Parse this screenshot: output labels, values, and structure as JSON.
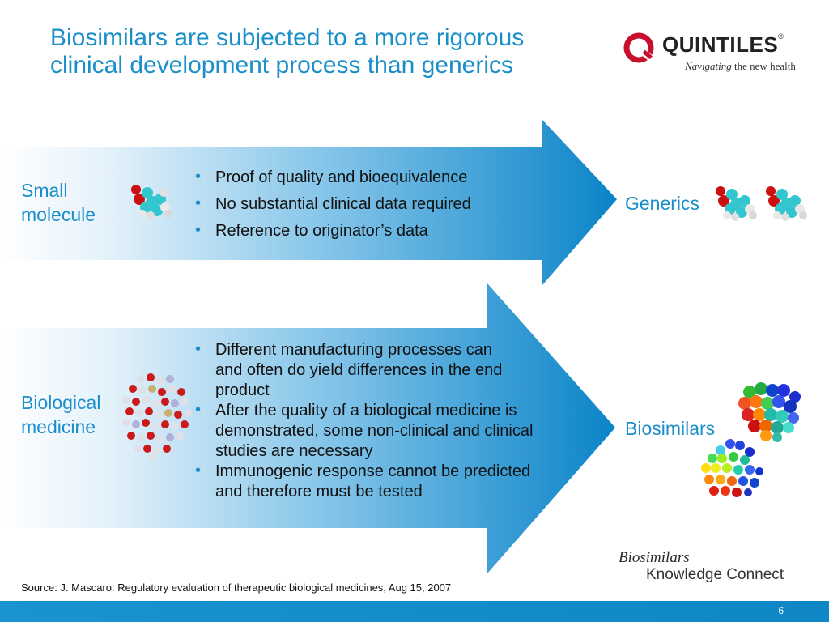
{
  "title": "Biosimilars are subjected to a more rigorous clinical development process than generics",
  "logo": {
    "brand": "QUINTILES",
    "registered": "®",
    "tagline_italic": "Navigating",
    "tagline_rest": " the new health"
  },
  "rows": [
    {
      "label_line1": "Small",
      "label_line2": "molecule",
      "bullets": [
        "Proof of quality and bioequivalence",
        "No substantial clinical data required",
        "Reference to originator’s data"
      ],
      "result": "Generics"
    },
    {
      "label_line1": "Biological",
      "label_line2": "medicine",
      "bullets": [
        "Different manufacturing processes can and often do yield  differences in the end product",
        "After the quality of a biological medicine is demonstrated, some non-clinical and clinical studies are necessary",
        "Immunogenic response cannot be predicted and therefore must be tested"
      ],
      "result": "Biosimilars"
    }
  ],
  "source": "Source: J. Mascaro: Regulatory evaluation of therapeutic biological medicines, Aug 15, 2007",
  "program": {
    "line1": "Biosimilars",
    "line2": "Knowledge Connect"
  },
  "page_number": "6",
  "colors": {
    "accent": "#1a8fc9",
    "arrow_dark": "#0a84c8",
    "logo_red": "#c8102e",
    "footer": "#1a93cf"
  }
}
